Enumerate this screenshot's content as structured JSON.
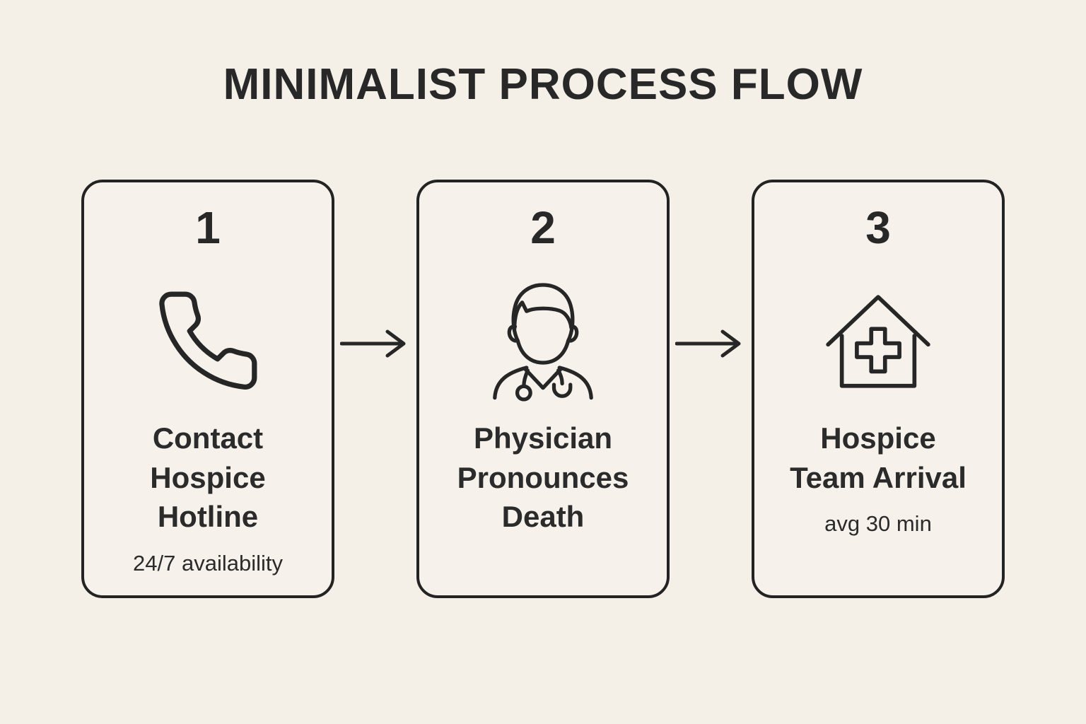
{
  "page": {
    "title": "MINIMALIST PROCESS FLOW",
    "background_color": "#f4efe7",
    "ink_color": "#262626"
  },
  "steps": [
    {
      "number": "1",
      "icon": "phone-handset-icon",
      "title_lines": [
        "Contact",
        "Hospice",
        "Hotline"
      ],
      "subtitle": "24/7 availability"
    },
    {
      "number": "2",
      "icon": "physician-icon",
      "title_lines": [
        "Physician",
        "Pronounces",
        "Death"
      ]
    },
    {
      "number": "3",
      "icon": "hospice-house-cross-icon",
      "title_lines": [
        "Hospice",
        "Team Arrival"
      ],
      "subtitle": "avg 30 min"
    }
  ],
  "connectors": [
    {
      "icon": "arrow-right-icon"
    },
    {
      "icon": "arrow-right-icon"
    }
  ]
}
